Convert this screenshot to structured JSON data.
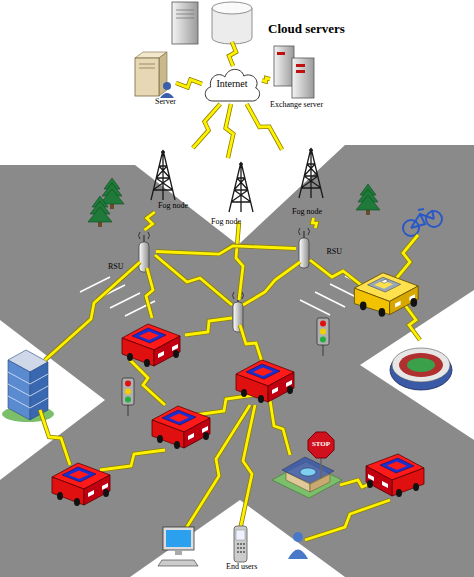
{
  "diagram": {
    "nodes": [
      {
        "text": [
          "Server"
        ]
      },
      {
        "text": [
          "Exchange server"
        ]
      },
      {
        "text": [
          "Internet"
        ]
      },
      {
        "text": [
          "Fog node"
        ]
      },
      {
        "text": [
          "Fog node"
        ]
      },
      {
        "text": [
          "Fog node"
        ]
      },
      {
        "text": [
          "RSU"
        ]
      },
      {
        "text": [
          "RSU"
        ]
      },
      {
        "text": [
          "STOP"
        ]
      }
    ],
    "edges": [
      {
        "from": 0,
        "to": 2,
        "arrow": "none"
      },
      {
        "from": 1,
        "to": 2,
        "arrow": "none"
      },
      {
        "from": 2,
        "to": 3,
        "arrow": "none"
      },
      {
        "from": 2,
        "to": 4,
        "arrow": "none"
      },
      {
        "from": 2,
        "to": 5,
        "arrow": "none"
      },
      {
        "from": 3,
        "to": 6,
        "arrow": "none"
      },
      {
        "from": 5,
        "to": 7,
        "arrow": "none"
      },
      {
        "from": 6,
        "to": 7,
        "arrow": "none"
      }
    ],
    "labels": [
      "Cloud servers",
      "End users"
    ]
  }
}
